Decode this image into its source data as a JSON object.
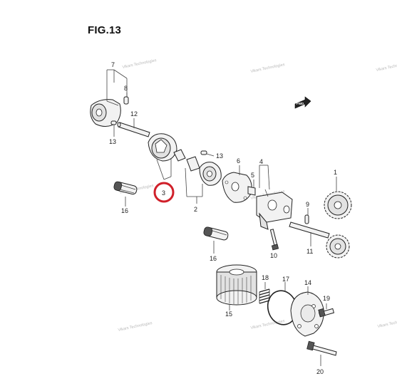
{
  "figure": {
    "title": "FIG.13",
    "highlight_color": "#d0202a"
  },
  "watermark": {
    "text": "Vikars Technologies"
  },
  "direction_badge": {
    "text": "FWD"
  },
  "callouts": {
    "c1": "1",
    "c2": "2",
    "c3": "3",
    "c4": "4",
    "c5": "5",
    "c6": "6",
    "c7": "7",
    "c8": "8",
    "c9": "9",
    "c10": "10",
    "c11": "11",
    "c12": "12",
    "c13a": "13",
    "c13b": "13",
    "c14": "14",
    "c15": "15",
    "c16a": "16",
    "c16b": "16",
    "c17": "17",
    "c18": "18",
    "c19": "19",
    "c20": "20"
  }
}
